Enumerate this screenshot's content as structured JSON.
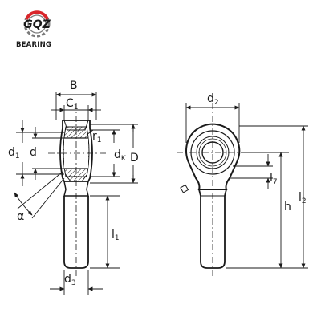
{
  "logo": {
    "mark": "GQZ",
    "name": "BEARING",
    "colors": {
      "red": "#d9262b",
      "gray": "#7a7a7a"
    }
  },
  "drawing": {
    "line_color": "#1a1a1a",
    "hatch_color": "#1a1a1a",
    "labels": {
      "B": "B",
      "C": "C",
      "C_sub": "1",
      "d1": "d",
      "d1_sub": "1",
      "d": "d",
      "r": "r",
      "r_sub": "1",
      "dk": "d",
      "dk_sub": "K",
      "D": "D",
      "alpha": "α",
      "l1": "l",
      "l1_sub": "1",
      "d3": "d",
      "d3_sub": "3",
      "d2": "d",
      "d2_sub": "2",
      "l7": "l",
      "l7_sub": "7",
      "h": "h",
      "l2": "l",
      "l2_sub": "2"
    }
  }
}
